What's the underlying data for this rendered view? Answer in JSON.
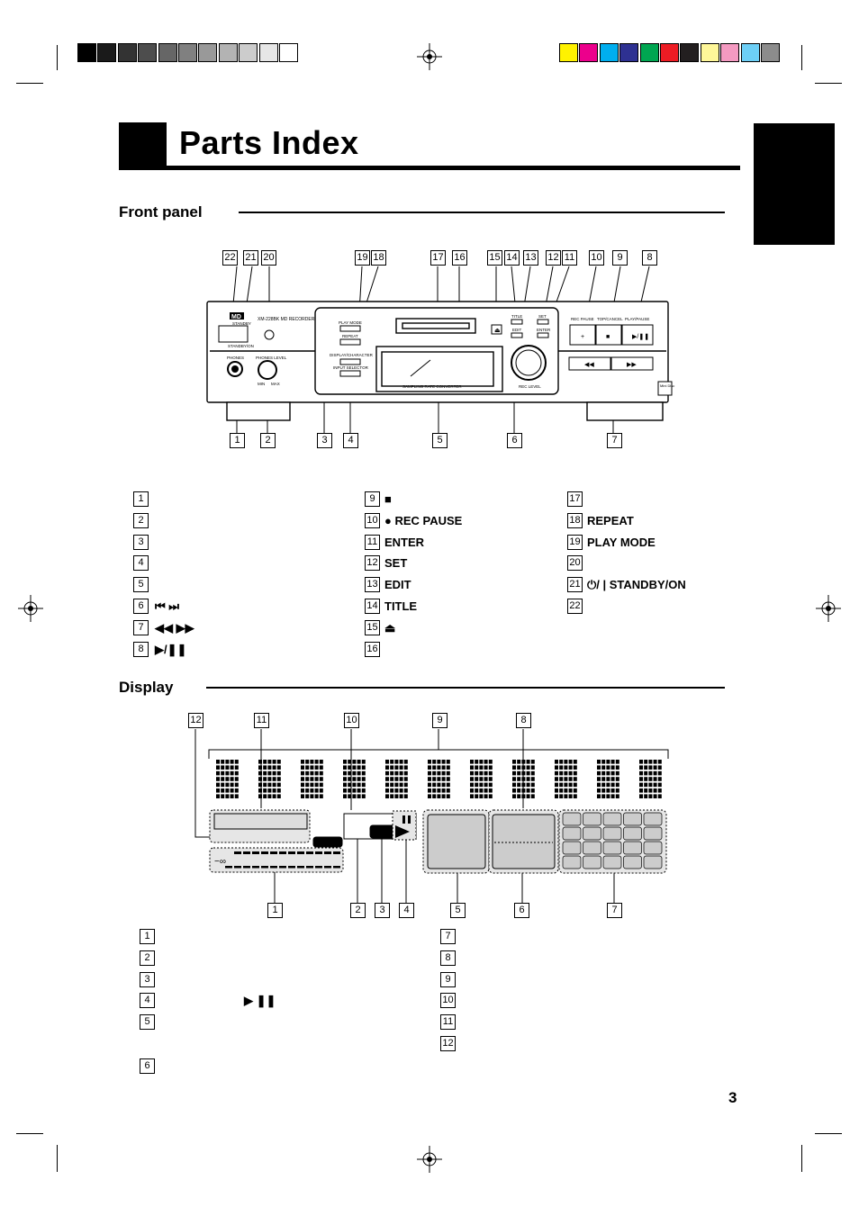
{
  "page": {
    "title": "Parts Index",
    "page_number": "3"
  },
  "colors": {
    "gray_scale": [
      "#000000",
      "#1a1a1a",
      "#333333",
      "#4d4d4d",
      "#666666",
      "#808080",
      "#999999",
      "#b3b3b3",
      "#cccccc",
      "#e6e6e6",
      "#ffffff"
    ],
    "color_bar": [
      "#fff200",
      "#ec008c",
      "#00aeef",
      "#2e3192",
      "#00a651",
      "#ed1c24",
      "#231f20",
      "#fff799",
      "#f49ac1",
      "#6dcff6",
      "#8c8c8c"
    ]
  },
  "front_panel": {
    "heading": "Front panel",
    "device_text": {
      "model": "XM-228BK  MD  RECORDER",
      "logo": "MD",
      "standby": "STANDBY",
      "standby_on": "STANDBY/ON",
      "phones": "PHONES",
      "phones_level": "PHONES LEVEL",
      "min": "MIN",
      "max": "MAX",
      "play_mode": "PLAY MODE",
      "repeat": "REPEAT",
      "display_character": "DISPLAY/CHARACTER",
      "input_selector": "INPUT SELECTOR",
      "title": "TITLE",
      "edit": "EDIT",
      "set": "SET",
      "enter": "ENTER",
      "rec_pause": "REC PAUSE",
      "top_cancel": "TOP/CANCEL",
      "play_pause": "PLAY/PAUSE",
      "sampling": "SAMPLING RATE CONVERTER",
      "rec_level": "REC LEVEL",
      "minidisc": "Mini Disc"
    },
    "callouts_top": [
      "22",
      "21",
      "20",
      "19",
      "18",
      "17",
      "16",
      "15",
      "14",
      "13",
      "12",
      "11",
      "10",
      "9",
      "8"
    ],
    "callouts_bottom": [
      "1",
      "2",
      "3",
      "4",
      "5",
      "6",
      "7"
    ],
    "list": [
      {
        "n": "1",
        "text": ""
      },
      {
        "n": "2",
        "text": ""
      },
      {
        "n": "3",
        "text": ""
      },
      {
        "n": "4",
        "text": ""
      },
      {
        "n": "5",
        "text": ""
      },
      {
        "n": "6",
        "text": "⏮  ⏭"
      },
      {
        "n": "7",
        "text": "◀◀  ▶▶"
      },
      {
        "n": "8",
        "text": "▶/❚❚"
      },
      {
        "n": "9",
        "text": "■"
      },
      {
        "n": "10",
        "text": "● REC PAUSE"
      },
      {
        "n": "11",
        "text": "ENTER"
      },
      {
        "n": "12",
        "text": "SET"
      },
      {
        "n": "13",
        "text": "EDIT"
      },
      {
        "n": "14",
        "text": "TITLE"
      },
      {
        "n": "15",
        "text": "⏏"
      },
      {
        "n": "16",
        "text": ""
      },
      {
        "n": "17",
        "text": ""
      },
      {
        "n": "18",
        "text": "REPEAT"
      },
      {
        "n": "19",
        "text": "PLAY MODE"
      },
      {
        "n": "20",
        "text": ""
      },
      {
        "n": "21",
        "text": "⏻/ | STANDBY/ON"
      },
      {
        "n": "22",
        "text": ""
      }
    ]
  },
  "display": {
    "heading": "Display",
    "callouts_top": [
      "12",
      "11",
      "10",
      "9",
      "8"
    ],
    "callouts_bottom": [
      "1",
      "2",
      "3",
      "4",
      "5",
      "6",
      "7"
    ],
    "list": [
      {
        "n": "1",
        "text": ""
      },
      {
        "n": "2",
        "text": ""
      },
      {
        "n": "3",
        "text": ""
      },
      {
        "n": "4",
        "text": "▶        ❚❚"
      },
      {
        "n": "5",
        "text": ""
      },
      {
        "n": "6",
        "text": ""
      },
      {
        "n": "7",
        "text": ""
      },
      {
        "n": "8",
        "text": ""
      },
      {
        "n": "9",
        "text": ""
      },
      {
        "n": "10",
        "text": ""
      },
      {
        "n": "11",
        "text": ""
      },
      {
        "n": "12",
        "text": ""
      }
    ],
    "meter_text": "−∞"
  }
}
